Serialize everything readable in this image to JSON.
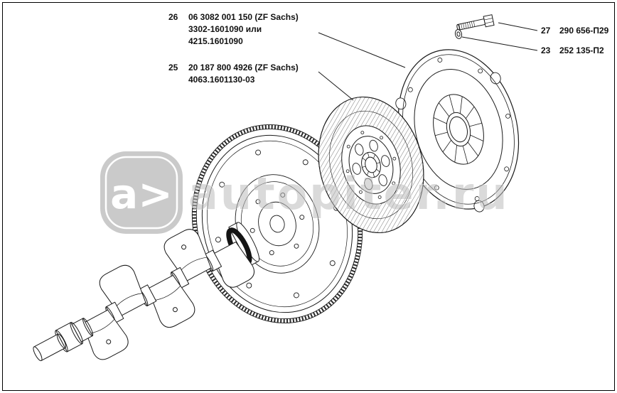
{
  "callouts": {
    "c26": {
      "num": "26",
      "line1": "06 3082 001 150 (ZF Sachs)",
      "line2": "3302-1601090 или",
      "line3": "4215.1601090"
    },
    "c25": {
      "num": "25",
      "line1": "20 187 800 4926 (ZF Sachs)",
      "line2": "4063.1601130-03"
    },
    "c27": {
      "num": "27",
      "label": "290 656-П29"
    },
    "c23": {
      "num": "23",
      "label": "252 135-П2"
    }
  },
  "watermark": {
    "logo": "a>",
    "site": "autopiter.ru"
  },
  "colors": {
    "line": "#1a1a1a",
    "watermark": "#bdbdbd",
    "background": "#ffffff"
  }
}
